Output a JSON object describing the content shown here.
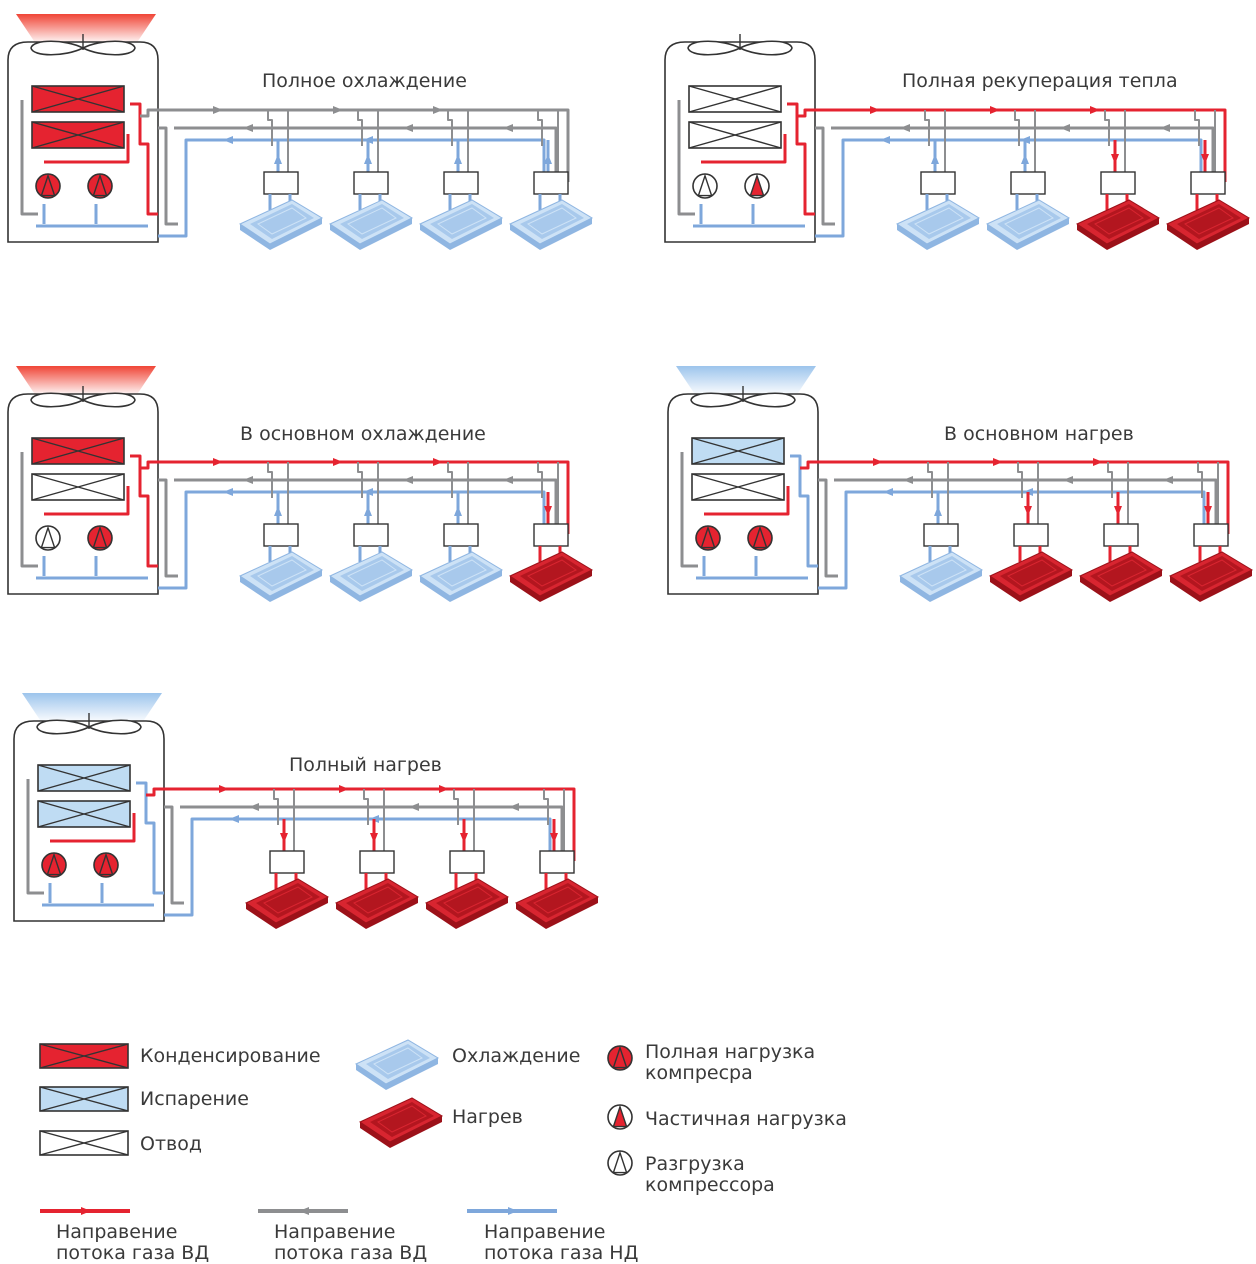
{
  "panels": [
    {
      "title": "Полное охлаждение",
      "top": "heat",
      "hx": [
        "cond",
        "cond"
      ],
      "comp": [
        "full",
        "full"
      ],
      "units": [
        "cool",
        "cool",
        "cool",
        "cool"
      ]
    },
    {
      "title": "Полная рекуперация тепла",
      "top": "none",
      "hx": [
        "off",
        "off"
      ],
      "comp": [
        "unload",
        "partial"
      ],
      "units": [
        "cool",
        "cool",
        "heat",
        "heat"
      ]
    },
    {
      "title": "В основном охлаждение",
      "top": "heat",
      "hx": [
        "cond",
        "off"
      ],
      "comp": [
        "unload",
        "full"
      ],
      "units": [
        "cool",
        "cool",
        "cool",
        "heat"
      ]
    },
    {
      "title": "В основном нагрев",
      "top": "cold",
      "hx": [
        "evap",
        "off"
      ],
      "comp": [
        "full",
        "full"
      ],
      "units": [
        "cool",
        "heat",
        "heat",
        "heat"
      ]
    },
    {
      "title": "Полный нагрев",
      "top": "cold",
      "hx": [
        "evap",
        "evap"
      ],
      "comp": [
        "full",
        "full"
      ],
      "units": [
        "heat",
        "heat",
        "heat",
        "heat"
      ]
    }
  ],
  "legend": {
    "condensing": "Конденсирование",
    "evaporation": "Испарение",
    "bypass": "Отвод",
    "cooling": "Охлаждение",
    "heating": "Нагрев",
    "full_load_1": "Полная нагрузка",
    "full_load_2": "компресра",
    "partial_load": "Частичная нагрузка",
    "unload_1": "Разгрузка",
    "unload_2": "компрессора",
    "red_1": "Направение",
    "red_2": "потока газа ВД",
    "gray_1": "Направение",
    "gray_2": "потока газа ВД",
    "blue_1": "Направение",
    "blue_2": "потока газа НД"
  },
  "colors": {
    "red": "#e52330",
    "gray": "#8d8e90",
    "blue": "#7ea7db",
    "unit_red": "#c41d26",
    "unit_blue": "#a9cbf0",
    "evap_fill": "#bfdcf3",
    "dark": "#333333"
  }
}
